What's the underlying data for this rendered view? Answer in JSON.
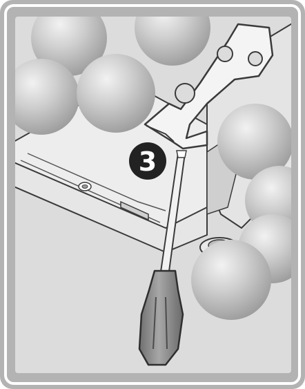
{
  "illustration": {
    "step_number": "3",
    "colors": {
      "frame": "#b3b3b3",
      "background": "#dcdcdc",
      "panel": "#e9e9e9",
      "outline": "#3a3a3a",
      "balloon": "#c8c8c8",
      "tool_shaft": "#f2f2f2",
      "tool_handle": "#8a8a8a",
      "badge": "#222222",
      "badge_text": "#ffffff"
    },
    "icons": [
      "balloon-cluster",
      "bicycle-crank-spider",
      "chainring-tool",
      "flathead-screwdriver"
    ]
  }
}
